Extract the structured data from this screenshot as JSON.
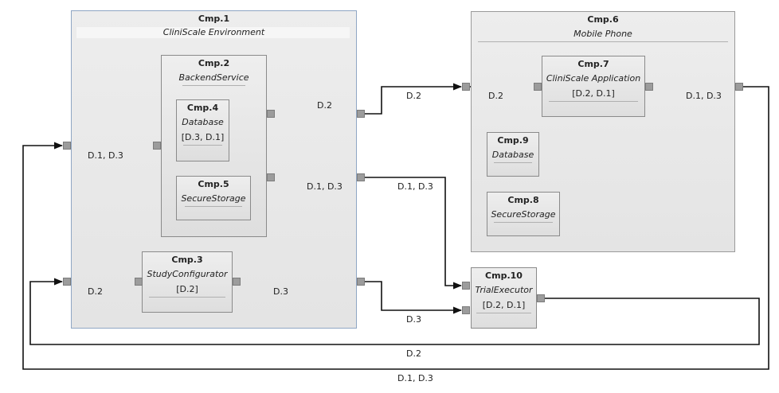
{
  "components": {
    "cmp1": {
      "id": "Cmp.1",
      "name": "CliniScale Environment"
    },
    "cmp2": {
      "id": "Cmp.2",
      "name": "BackendService"
    },
    "cmp3": {
      "id": "Cmp.3",
      "name": "StudyConfigurator",
      "tag": "[D.2]"
    },
    "cmp4": {
      "id": "Cmp.4",
      "name": "Database",
      "tag": "[D.3, D.1]"
    },
    "cmp5": {
      "id": "Cmp.5",
      "name": "SecureStorage"
    },
    "cmp6": {
      "id": "Cmp.6",
      "name": "Mobile Phone"
    },
    "cmp7": {
      "id": "Cmp.7",
      "name": "CliniScale Application",
      "tag": "[D.2, D.1]"
    },
    "cmp8": {
      "id": "Cmp.8",
      "name": "SecureStorage"
    },
    "cmp9": {
      "id": "Cmp.9",
      "name": "Database"
    },
    "cmp10": {
      "id": "Cmp.10",
      "name": "TrialExecutor",
      "tag": "[D.2, D.1]"
    }
  },
  "flows": {
    "f_d2_cmp2_out": "D.2",
    "f_d2_to_cmp6": "D.2",
    "f_d2_cmp6_in": "D.2",
    "f_d1d3_cmp7_out": "D.1, D.3",
    "f_d1d3_cmp1_in": "D.1, D.3",
    "f_d1d3_cmp2_out": "D.1, D.3",
    "f_d1d3_to_cmp10": "D.1, D.3",
    "f_d2_cmp1_in": "D.2",
    "f_d3_cmp3_out": "D.3",
    "f_d3_to_cmp10": "D.3",
    "f_d2_loop": "D.2",
    "f_d1d3_loop": "D.1, D.3"
  },
  "colors": {
    "wire": "#111111",
    "port": "#9c9c9c",
    "selection_border": "#8fa6c4"
  }
}
